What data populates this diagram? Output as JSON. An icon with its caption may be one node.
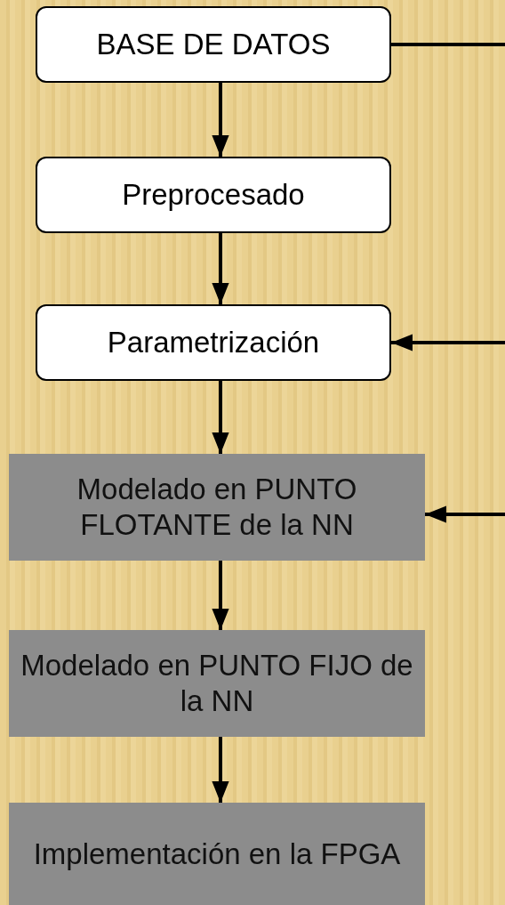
{
  "diagram": {
    "nodes": [
      {
        "text": [
          "BASE DE DATOS"
        ]
      },
      {
        "text": [
          "Preprocesado"
        ]
      },
      {
        "text": [
          "Parametrización"
        ]
      },
      {
        "text": [
          "Modelado en PUNTO FLOTANTE de la NN"
        ]
      },
      {
        "text": [
          "Modelado en PUNTO FIJO de la NN"
        ]
      },
      {
        "text": [
          "Implementación en la FPGA"
        ]
      }
    ],
    "edges": [
      {
        "from": 0,
        "to": 1,
        "arrow": "to"
      },
      {
        "from": 1,
        "to": 2,
        "arrow": "to"
      },
      {
        "from": 2,
        "to": 3,
        "arrow": "to"
      },
      {
        "from": 3,
        "to": 4,
        "arrow": "to"
      },
      {
        "from": 4,
        "to": 5,
        "arrow": "to"
      },
      {
        "from": 0,
        "to": null,
        "arrow": "none"
      },
      {
        "from": null,
        "to": 2,
        "arrow": "to"
      },
      {
        "from": null,
        "to": 3,
        "arrow": "to"
      }
    ]
  }
}
